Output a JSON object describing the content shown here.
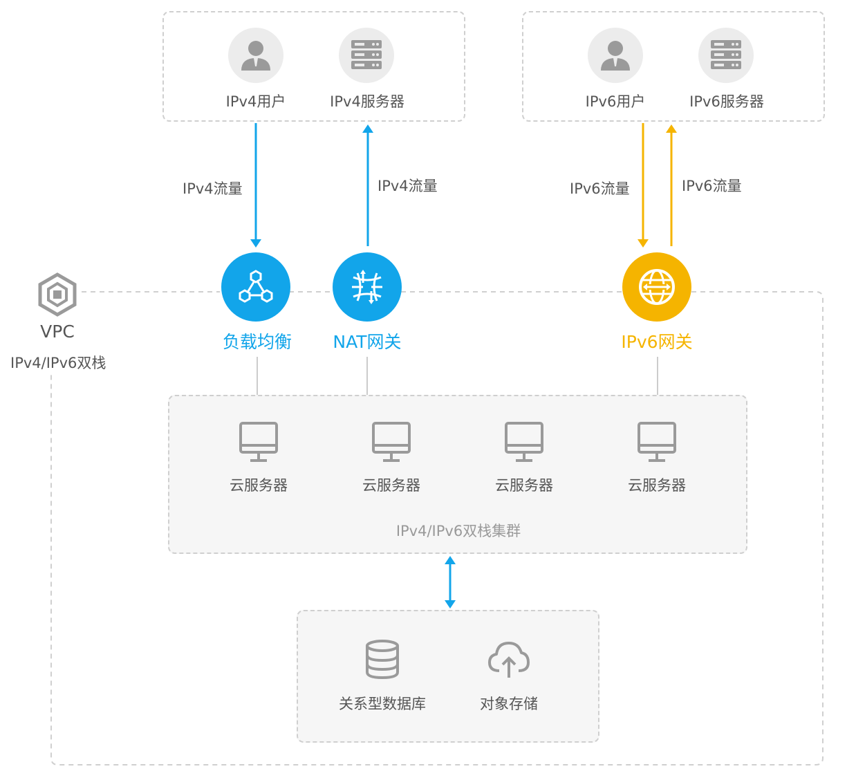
{
  "colors": {
    "ipv4_blue": "#12a5ea",
    "ipv6_gold": "#f5b400",
    "icon_gray": "#9a9a9a",
    "dash_gray": "#cfcfcf"
  },
  "external": {
    "ipv4_user": "IPv4用户",
    "ipv4_server": "IPv4服务器",
    "ipv6_user": "IPv6用户",
    "ipv6_server": "IPv6服务器"
  },
  "traffic": {
    "ipv4_in": "IPv4流量",
    "ipv4_out": "IPv4流量",
    "ipv6_in": "IPv6流量",
    "ipv6_out": "IPv6流量"
  },
  "vpc": {
    "title": "VPC",
    "subtitle": "IPv4/IPv6双栈"
  },
  "gateways": {
    "load_balancer": "负载均衡",
    "nat": "NAT网关",
    "ipv6": "IPv6网关"
  },
  "cluster": {
    "servers": [
      "云服务器",
      "云服务器",
      "云服务器",
      "云服务器"
    ],
    "caption": "IPv4/IPv6双栈集群"
  },
  "storage": {
    "database": "关系型数据库",
    "object": "对象存储"
  },
  "icons": {
    "user": "user-icon",
    "server": "server-rack-icon",
    "vpc": "vpc-hexagon-icon",
    "load_balancer": "load-balancer-icon",
    "nat": "nat-gateway-icon",
    "ipv6_gateway": "globe-icon",
    "cloud_server": "monitor-icon",
    "database": "database-icon",
    "object_storage": "cloud-upload-icon"
  }
}
